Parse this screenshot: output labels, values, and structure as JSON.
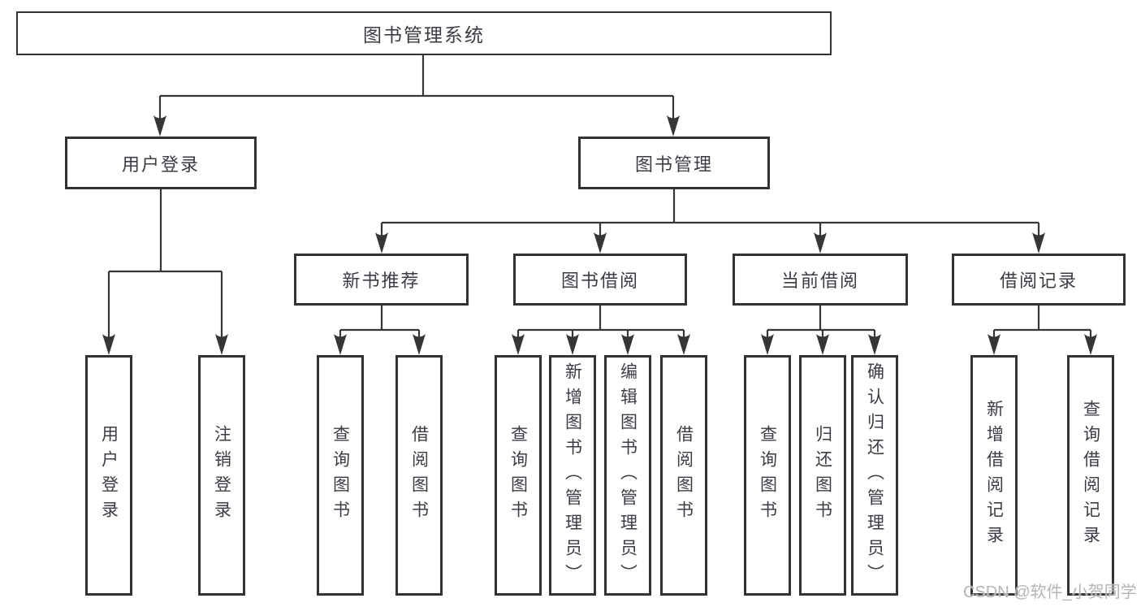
{
  "tree": {
    "root": {
      "label": "图书管理系统"
    },
    "login": {
      "label": "用户登录",
      "children": [
        {
          "label": "用户登录"
        },
        {
          "label": "注销登录"
        }
      ]
    },
    "management": {
      "label": "图书管理",
      "children": [
        {
          "label": "新书推荐",
          "children": [
            {
              "label": "查询图书"
            },
            {
              "label": "借阅图书"
            }
          ]
        },
        {
          "label": "图书借阅",
          "children": [
            {
              "label": "查询图书"
            },
            {
              "label": "新增图书（管理员）"
            },
            {
              "label": "编辑图书（管理员）"
            },
            {
              "label": "借阅图书"
            }
          ]
        },
        {
          "label": "当前借阅",
          "children": [
            {
              "label": "查询图书"
            },
            {
              "label": "归还图书"
            },
            {
              "label": "确认归还（管理员）"
            }
          ]
        },
        {
          "label": "借阅记录",
          "children": [
            {
              "label": "新增借阅记录"
            },
            {
              "label": "查询借阅记录"
            }
          ]
        }
      ]
    }
  },
  "watermark": "CSDN @软件_小贺同学",
  "colors": {
    "background": "#ffffff",
    "line": "#363636",
    "box_border": "#333333",
    "text": "#3c3c44",
    "watermark_text": "#b4b4b4"
  }
}
